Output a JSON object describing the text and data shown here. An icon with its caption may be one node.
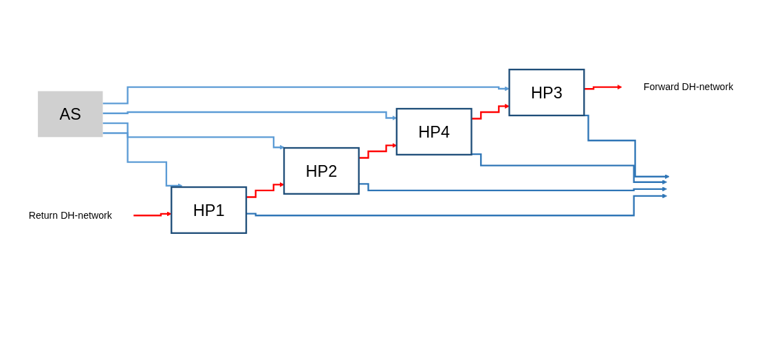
{
  "diagram": {
    "nodes": [
      {
        "text": [
          "Return DH-network"
        ]
      },
      {
        "text": [
          "HP1"
        ]
      },
      {
        "text": [
          "HP2"
        ]
      },
      {
        "text": [
          "Forward DH-network"
        ]
      },
      {
        "text": [
          "AS"
        ]
      },
      {
        "text": [
          "HP4"
        ]
      },
      {
        "text": [
          "HP3"
        ]
      }
    ],
    "edges": [
      {
        "from": 0,
        "to": 1,
        "arrow": "to"
      },
      {
        "from": 1,
        "to": 2,
        "arrow": "to"
      },
      {
        "from": 2,
        "to": 5,
        "arrow": "to"
      },
      {
        "from": 5,
        "to": 6,
        "arrow": "to"
      },
      {
        "from": 6,
        "to": 3,
        "arrow": "to"
      },
      {
        "from": 4,
        "to": 1,
        "arrow": "to",
        "color": "#5b9bd5"
      },
      {
        "from": 4,
        "to": 2,
        "arrow": "to",
        "color": "#5b9bd5"
      },
      {
        "from": 4,
        "to": 5,
        "arrow": "to",
        "color": "#5b9bd5"
      },
      {
        "from": 4,
        "to": 6,
        "arrow": "to",
        "color": "#5b9bd5"
      },
      {
        "from": 1,
        "to": null,
        "arrow": "to",
        "color": "#2e75b6"
      },
      {
        "from": 2,
        "to": null,
        "arrow": "to",
        "color": "#2e75b6"
      },
      {
        "from": 5,
        "to": null,
        "arrow": "to",
        "color": "#2e75b6"
      },
      {
        "from": 6,
        "to": null,
        "arrow": "to",
        "color": "#2e75b6"
      }
    ]
  }
}
